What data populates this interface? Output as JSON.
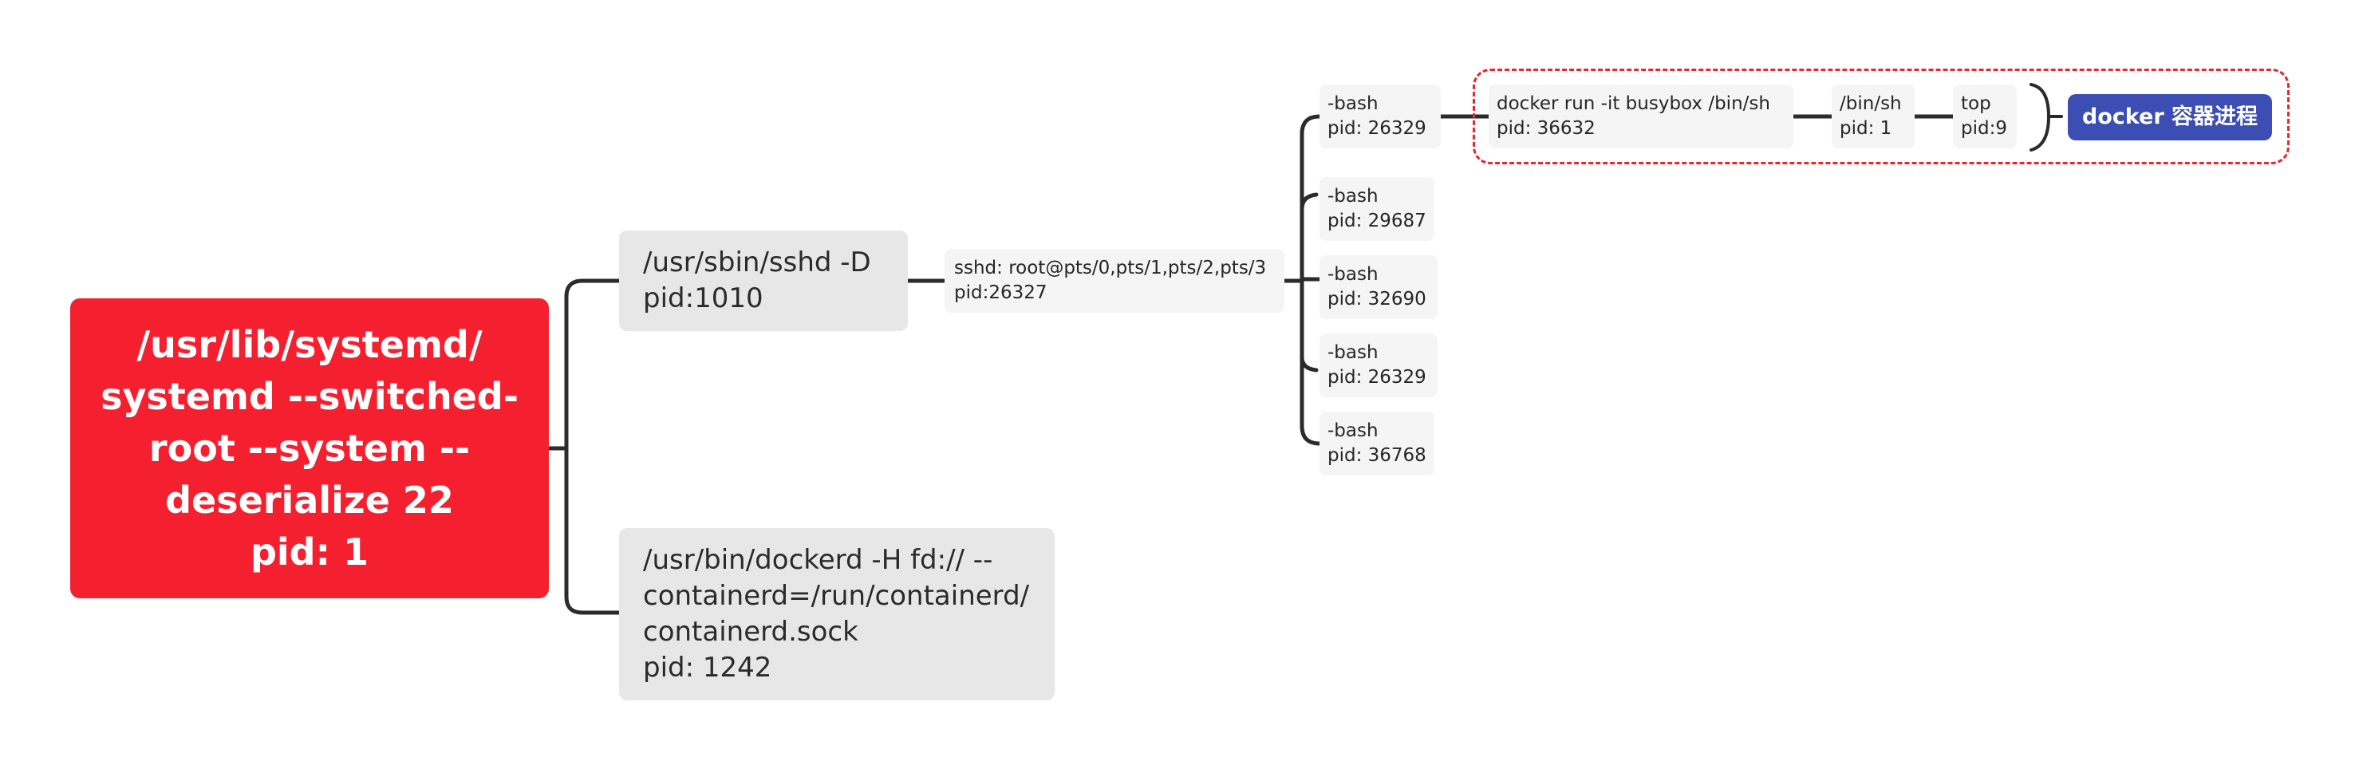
{
  "diagram": {
    "root": {
      "text": "/usr/lib/systemd/\nsystemd --switched-\nroot --system --\ndeserialize 22\npid: 1"
    },
    "sshd": {
      "text": "/usr/sbin/sshd -D\npid:1010"
    },
    "dockerd": {
      "text": "/usr/bin/dockerd -H fd:// --\ncontainerd=/run/containerd/\ncontainerd.sock\npid: 1242"
    },
    "sshd_session": {
      "text": "sshd: root@pts/0,pts/1,pts/2,pts/3\npid:26327"
    },
    "bash_processes": [
      {
        "text": "-bash\npid: 26329"
      },
      {
        "text": "-bash\npid: 29687"
      },
      {
        "text": "-bash\npid: 32690"
      },
      {
        "text": "-bash\npid: 26329"
      },
      {
        "text": "-bash\npid: 36768"
      }
    ],
    "docker_run": {
      "text": "docker run -it busybox /bin/sh\npid: 36632"
    },
    "bin_sh": {
      "text": "/bin/sh\npid: 1"
    },
    "top": {
      "text": "top\npid:9"
    },
    "container_label": "docker 容器进程"
  },
  "colors": {
    "root_fill": "#f5202f",
    "level1_fill": "#e7e7e7",
    "leaf_fill": "#f5f5f5",
    "connector": "#2b2b2b",
    "container_border": "#e8262f",
    "label_fill": "#3c4db3"
  }
}
